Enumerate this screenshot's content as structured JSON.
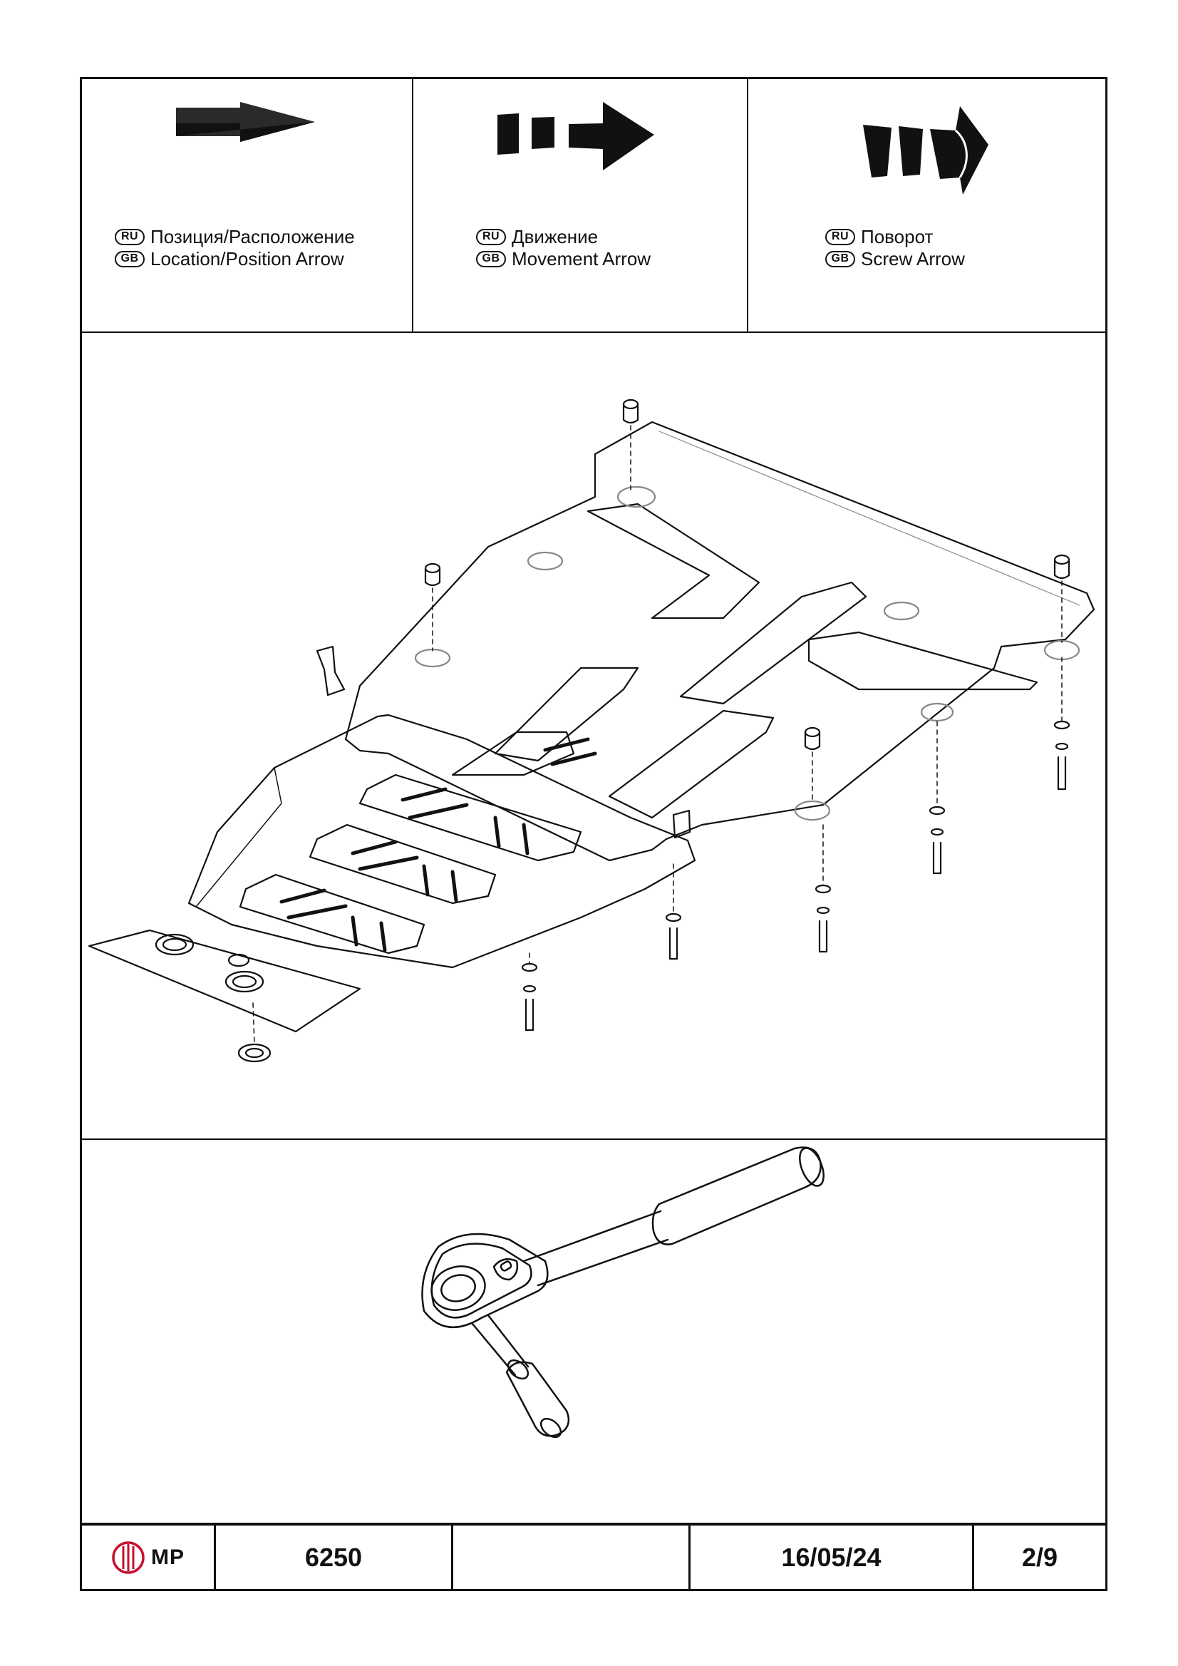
{
  "legend": [
    {
      "icon": "location-arrow-icon",
      "ru_badge": "RU",
      "gb_badge": "GB",
      "ru_text": "Позиция/Расположение",
      "gb_text": "Location/Position Arrow"
    },
    {
      "icon": "movement-arrow-icon",
      "ru_badge": "RU",
      "gb_badge": "GB",
      "ru_text": "Движение",
      "gb_text": "Movement Arrow"
    },
    {
      "icon": "screw-arrow-icon",
      "ru_badge": "RU",
      "gb_badge": "GB",
      "ru_text": "Поворот",
      "gb_text": "Screw Arrow"
    }
  ],
  "titleblock": {
    "logo_text": "MP",
    "code": "6250",
    "blank": "",
    "date": "16/05/24",
    "page": "2/9"
  },
  "colors": {
    "ink": "#111111",
    "logo_red": "#c8102e",
    "paper": "#ffffff"
  }
}
